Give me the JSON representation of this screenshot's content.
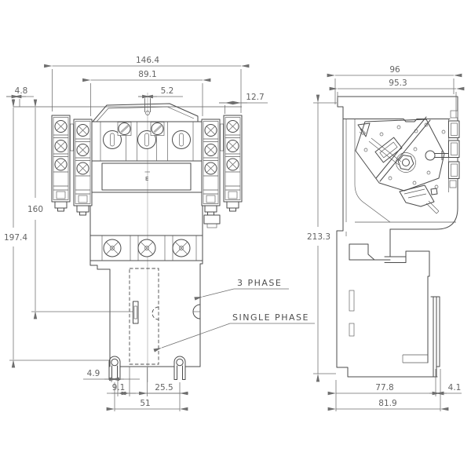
{
  "drawing": {
    "type": "technical-dimension-drawing",
    "subject": "contactor with auxiliary contact blocks, front and side views",
    "colors": {
      "background": "#ffffff",
      "object_line": "#4b4b4b",
      "dimension": "#6e6e6e"
    },
    "dims": {
      "front": {
        "overall_width": "146.4",
        "body_width": "89.1",
        "top_slot": "5.2",
        "left_offset": "4.8",
        "aux_width": "12.7",
        "height_mid": "160",
        "height_total": "197.4",
        "foot_slot": "4.9",
        "foot_offset": "9.1",
        "center_to_foot": "25.5",
        "foot_spacing": "51"
      },
      "side": {
        "depth_overall": "96",
        "depth_body": "95.3",
        "height_total": "213.3",
        "base_depth": "77.8",
        "clip_width": "4.1",
        "base_overall": "81.9"
      }
    },
    "annotations": {
      "three_phase": "3 PHASE",
      "single_phase": "SINGLE PHASE",
      "plate_mark": "E"
    }
  }
}
